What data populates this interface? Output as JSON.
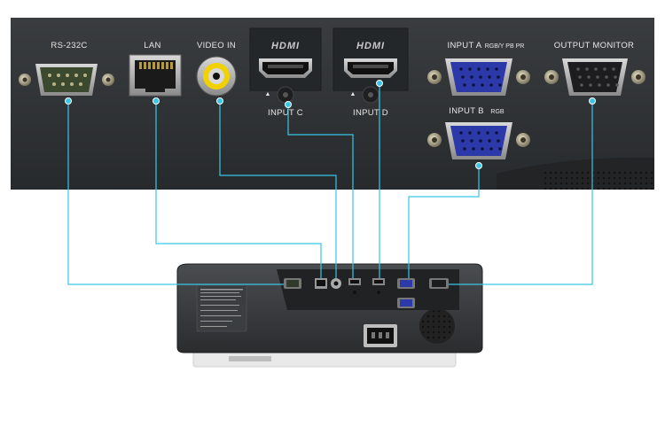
{
  "panel_labels": {
    "rs232c": "RS-232C",
    "lan": "LAN",
    "video_in": "VIDEO IN",
    "hdmi_c_logo": "HDMI",
    "hdmi_d_logo": "HDMI",
    "input_c": "INPUT C",
    "input_d": "INPUT D",
    "input_a": "INPUT A",
    "input_a_sub": "RGB/Y PB PR",
    "input_b": "INPUT B",
    "input_b_sub": "RGB",
    "output_monitor": "OUTPUT MONITOR",
    "arrow_c": "▲",
    "arrow_d": "▲"
  },
  "colors": {
    "panel": "#2d3033",
    "panel_dark": "#232527",
    "callout_line": "#39c6e6",
    "vga_blue": "#2b3aa8",
    "rca_yellow": "#f1d200"
  },
  "icons": {
    "power": "power-inlet-icon",
    "speaker": "speaker-grille-icon"
  }
}
